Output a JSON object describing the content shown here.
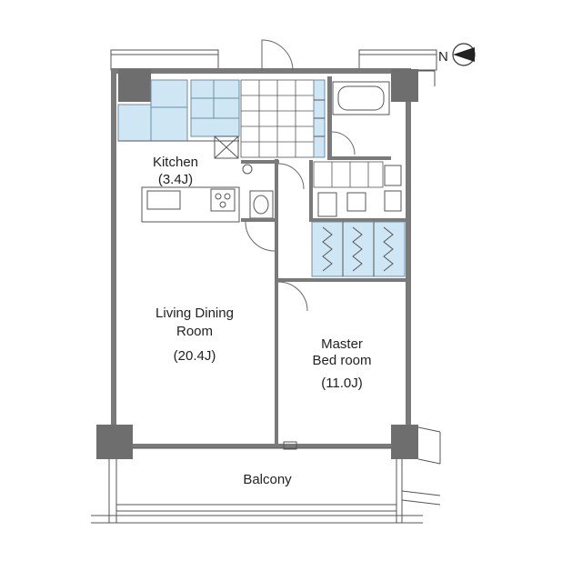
{
  "compass": {
    "north_label": "N"
  },
  "rooms": {
    "kitchen": {
      "name": "Kitchen",
      "size": "(3.4J)"
    },
    "living": {
      "name_line1": "Living Dining",
      "name_line2": "Room",
      "size": "(20.4J)"
    },
    "master": {
      "name_line1": "Master",
      "name_line2": "Bed room",
      "size": "(11.0J)"
    },
    "balcony": {
      "name": "Balcony"
    }
  }
}
